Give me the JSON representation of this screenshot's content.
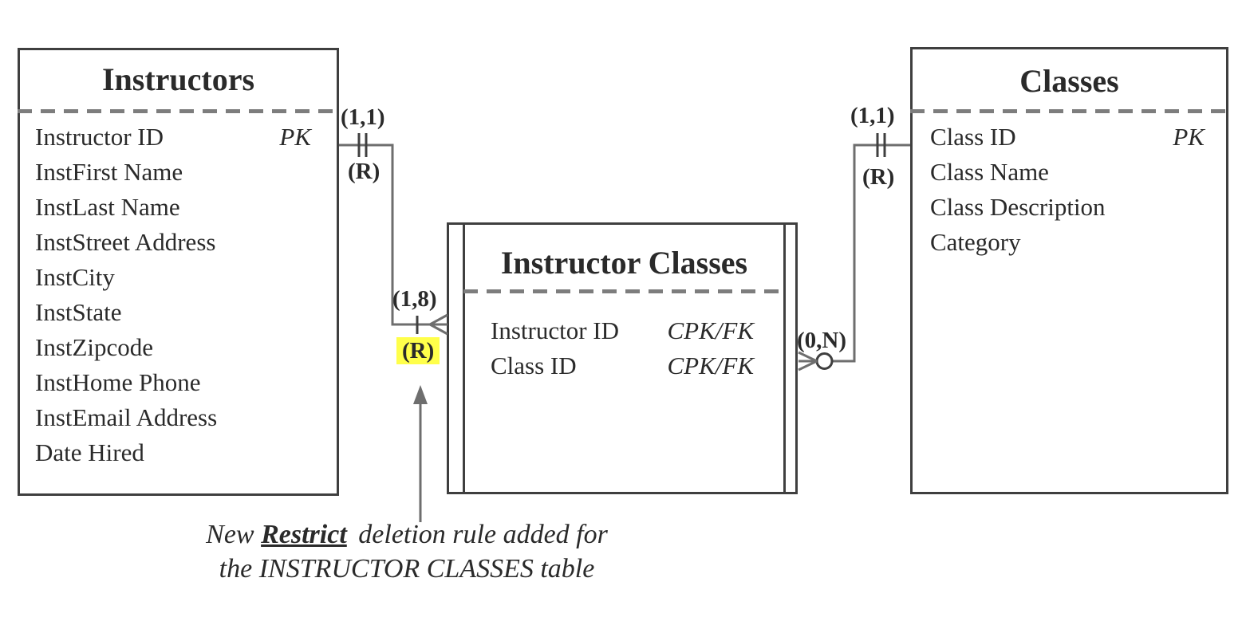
{
  "entities": {
    "instructors": {
      "title": "Instructors",
      "fields": [
        {
          "name": "Instructor ID",
          "key": "PK"
        },
        {
          "name": "InstFirst Name",
          "key": ""
        },
        {
          "name": "InstLast Name",
          "key": ""
        },
        {
          "name": "InstStreet Address",
          "key": ""
        },
        {
          "name": "InstCity",
          "key": ""
        },
        {
          "name": "InstState",
          "key": ""
        },
        {
          "name": "InstZipcode",
          "key": ""
        },
        {
          "name": "InstHome Phone",
          "key": ""
        },
        {
          "name": "InstEmail Address",
          "key": ""
        },
        {
          "name": "Date Hired",
          "key": ""
        }
      ]
    },
    "instructor_classes": {
      "title": "Instructor Classes",
      "fields": [
        {
          "name": "Instructor ID",
          "key": "CPK/FK"
        },
        {
          "name": "Class ID",
          "key": "CPK/FK"
        }
      ]
    },
    "classes": {
      "title": "Classes",
      "fields": [
        {
          "name": "Class ID",
          "key": "PK"
        },
        {
          "name": "Class Name",
          "key": ""
        },
        {
          "name": "Class Description",
          "key": ""
        },
        {
          "name": "Category",
          "key": ""
        }
      ]
    }
  },
  "relationships": {
    "instructors_side": {
      "cardinality": "(1,1)",
      "rule": "(R)"
    },
    "junction_left_side": {
      "cardinality": "(1,8)",
      "rule": "(R)",
      "rule_highlighted": true
    },
    "junction_right_side": {
      "cardinality": "(0,N)"
    },
    "classes_side": {
      "cardinality": "(1,1)",
      "rule": "(R)"
    }
  },
  "annotation": {
    "line1_prefix": "New",
    "line1_emphasis": "Restrict",
    "line1_suffix": "deletion rule added for",
    "line2": "the INSTRUCTOR CLASSES table"
  },
  "colors": {
    "highlight": "#ffff4a",
    "box_border": "#3f3f3f",
    "connector": "#6e6e6e",
    "dash_separator": "#7d7d7d",
    "text": "#2a2a2a"
  }
}
